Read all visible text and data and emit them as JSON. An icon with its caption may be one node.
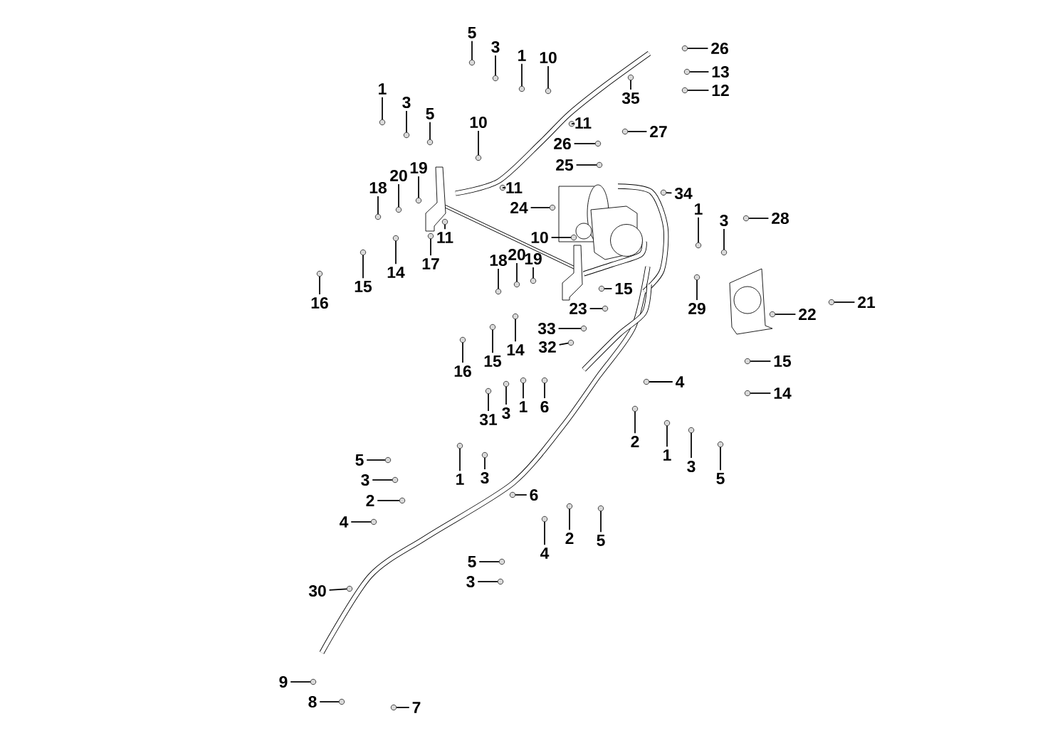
{
  "diagram": {
    "nodes": [
      {
        "text": [
          "5"
        ]
      },
      {
        "text": [
          "3"
        ]
      },
      {
        "text": [
          "1"
        ]
      },
      {
        "text": [
          "10"
        ]
      },
      {
        "text": [
          "35"
        ]
      },
      {
        "text": [
          "26"
        ]
      },
      {
        "text": [
          "13"
        ]
      },
      {
        "text": [
          "12"
        ]
      },
      {
        "text": [
          "1"
        ]
      },
      {
        "text": [
          "3"
        ]
      },
      {
        "text": [
          "5"
        ]
      },
      {
        "text": [
          "10"
        ]
      },
      {
        "text": [
          "11"
        ]
      },
      {
        "text": [
          "27"
        ]
      },
      {
        "text": [
          "26"
        ]
      },
      {
        "text": [
          "25"
        ]
      },
      {
        "text": [
          "18"
        ]
      },
      {
        "text": [
          "20"
        ]
      },
      {
        "text": [
          "19"
        ]
      },
      {
        "text": [
          "11"
        ]
      },
      {
        "text": [
          "34"
        ]
      },
      {
        "text": [
          "24"
        ]
      },
      {
        "text": [
          "11"
        ]
      },
      {
        "text": [
          "17"
        ]
      },
      {
        "text": [
          "1"
        ]
      },
      {
        "text": [
          "3"
        ]
      },
      {
        "text": [
          "28"
        ]
      },
      {
        "text": [
          "10"
        ]
      },
      {
        "text": [
          "18"
        ]
      },
      {
        "text": [
          "20"
        ]
      },
      {
        "text": [
          "19"
        ]
      },
      {
        "text": [
          "15"
        ]
      },
      {
        "text": [
          "14"
        ]
      },
      {
        "text": [
          "16"
        ]
      },
      {
        "text": [
          "15"
        ]
      },
      {
        "text": [
          "23"
        ]
      },
      {
        "text": [
          "29"
        ]
      },
      {
        "text": [
          "21"
        ]
      },
      {
        "text": [
          "22"
        ]
      },
      {
        "text": [
          "33"
        ]
      },
      {
        "text": [
          "32"
        ]
      },
      {
        "text": [
          "16"
        ]
      },
      {
        "text": [
          "15"
        ]
      },
      {
        "text": [
          "14"
        ]
      },
      {
        "text": [
          "15"
        ]
      },
      {
        "text": [
          "14"
        ]
      },
      {
        "text": [
          "4"
        ]
      },
      {
        "text": [
          "31"
        ]
      },
      {
        "text": [
          "3"
        ]
      },
      {
        "text": [
          "1"
        ]
      },
      {
        "text": [
          "6"
        ]
      },
      {
        "text": [
          "2"
        ]
      },
      {
        "text": [
          "1"
        ]
      },
      {
        "text": [
          "3"
        ]
      },
      {
        "text": [
          "5"
        ]
      },
      {
        "text": [
          "5"
        ]
      },
      {
        "text": [
          "3"
        ]
      },
      {
        "text": [
          "2"
        ]
      },
      {
        "text": [
          "4"
        ]
      },
      {
        "text": [
          "1"
        ]
      },
      {
        "text": [
          "3"
        ]
      },
      {
        "text": [
          "6"
        ]
      },
      {
        "text": [
          "2"
        ]
      },
      {
        "text": [
          "5"
        ]
      },
      {
        "text": [
          "4"
        ]
      },
      {
        "text": [
          "5"
        ]
      },
      {
        "text": [
          "3"
        ]
      },
      {
        "text": [
          "30"
        ]
      },
      {
        "text": [
          "9"
        ]
      },
      {
        "text": [
          "8"
        ]
      },
      {
        "text": [
          "7"
        ]
      },
      {
        "text": [],
        "shape": "circle"
      },
      {
        "text": [],
        "shape": "circle"
      },
      {
        "text": [],
        "shape": "circle"
      },
      {
        "text": [],
        "shape": "circle"
      },
      {
        "text": [],
        "shape": "circle"
      },
      {
        "text": [],
        "shape": "circle"
      },
      {
        "text": [],
        "shape": "circle"
      },
      {
        "text": [],
        "shape": "circle"
      },
      {
        "text": [],
        "shape": "circle"
      },
      {
        "text": [],
        "shape": "circle"
      },
      {
        "text": [],
        "shape": "circle"
      },
      {
        "text": [],
        "shape": "circle"
      },
      {
        "text": [],
        "shape": "circle"
      },
      {
        "text": [],
        "shape": "circle"
      },
      {
        "text": [],
        "shape": "circle"
      },
      {
        "text": [],
        "shape": "circle"
      },
      {
        "text": [],
        "shape": "circle"
      },
      {
        "text": [],
        "shape": "circle"
      },
      {
        "text": [],
        "shape": "circle"
      },
      {
        "text": [],
        "shape": "circle"
      },
      {
        "text": [],
        "shape": "circle"
      },
      {
        "text": [],
        "shape": "circle"
      },
      {
        "text": [],
        "shape": "circle"
      },
      {
        "text": [],
        "shape": "circle"
      },
      {
        "text": [],
        "shape": "circle"
      },
      {
        "text": [],
        "shape": "circle"
      },
      {
        "text": [],
        "shape": "circle"
      },
      {
        "text": [],
        "shape": "circle"
      },
      {
        "text": [],
        "shape": "circle"
      },
      {
        "text": [],
        "shape": "circle"
      },
      {
        "text": [],
        "shape": "circle"
      },
      {
        "text": [],
        "shape": "circle"
      },
      {
        "text": [],
        "shape": "circle"
      },
      {
        "text": [],
        "shape": "circle"
      },
      {
        "text": [],
        "shape": "circle"
      },
      {
        "text": [],
        "shape": "circle"
      },
      {
        "text": [],
        "shape": "circle"
      },
      {
        "text": [],
        "shape": "circle"
      },
      {
        "text": [],
        "shape": "circle"
      },
      {
        "text": [],
        "shape": "circle"
      },
      {
        "text": [],
        "shape": "circle"
      },
      {
        "text": [],
        "shape": "circle"
      },
      {
        "text": [],
        "shape": "circle"
      },
      {
        "text": [],
        "shape": "circle"
      },
      {
        "text": [],
        "shape": "circle"
      },
      {
        "text": [],
        "shape": "circle"
      },
      {
        "text": [],
        "shape": "circle"
      },
      {
        "text": [],
        "shape": "circle"
      },
      {
        "text": [],
        "shape": "circle"
      },
      {
        "text": [],
        "shape": "circle"
      },
      {
        "text": [],
        "shape": "circle"
      },
      {
        "text": [],
        "shape": "circle"
      },
      {
        "text": [],
        "shape": "circle"
      },
      {
        "text": [],
        "shape": "circle"
      },
      {
        "text": [],
        "shape": "circle"
      },
      {
        "text": [],
        "shape": "circle"
      },
      {
        "text": [],
        "shape": "circle"
      },
      {
        "text": [],
        "shape": "circle"
      },
      {
        "text": [],
        "shape": "circle"
      },
      {
        "text": [],
        "shape": "circle"
      },
      {
        "text": [],
        "shape": "circle"
      },
      {
        "text": [],
        "shape": "circle"
      },
      {
        "text": [],
        "shape": "circle"
      },
      {
        "text": [],
        "shape": "circle"
      },
      {
        "text": [],
        "shape": "circle"
      },
      {
        "text": [],
        "shape": "circle"
      },
      {
        "text": [],
        "shape": "circle"
      },
      {
        "text": [],
        "shape": "circle"
      },
      {
        "text": [],
        "shape": "circle"
      },
      {
        "text": [],
        "shape": "circle"
      },
      {
        "text": [],
        "shape": "circle"
      }
    ],
    "edges": [
      {
        "from": 0,
        "to": 71,
        "arrow": "none"
      },
      {
        "from": 1,
        "to": 72,
        "arrow": "none"
      },
      {
        "from": 2,
        "to": 73,
        "arrow": "none"
      },
      {
        "from": 3,
        "to": 74,
        "arrow": "none"
      },
      {
        "from": 4,
        "to": 75,
        "arrow": "none"
      },
      {
        "from": 5,
        "to": 76,
        "arrow": "none"
      },
      {
        "from": 6,
        "to": 77,
        "arrow": "none"
      },
      {
        "from": 7,
        "to": 78,
        "arrow": "none"
      },
      {
        "from": 8,
        "to": 79,
        "arrow": "none"
      },
      {
        "from": 9,
        "to": 80,
        "arrow": "none"
      },
      {
        "from": 10,
        "to": 81,
        "arrow": "none"
      },
      {
        "from": 11,
        "to": 82,
        "arrow": "none"
      },
      {
        "from": 12,
        "to": 83,
        "arrow": "none"
      },
      {
        "from": 13,
        "to": 84,
        "arrow": "none"
      },
      {
        "from": 14,
        "to": 85,
        "arrow": "none"
      },
      {
        "from": 15,
        "to": 86,
        "arrow": "none"
      },
      {
        "from": 16,
        "to": 87,
        "arrow": "none"
      },
      {
        "from": 17,
        "to": 88,
        "arrow": "none"
      },
      {
        "from": 18,
        "to": 89,
        "arrow": "none"
      },
      {
        "from": 19,
        "to": 90,
        "arrow": "none"
      },
      {
        "from": 20,
        "to": 91,
        "arrow": "none"
      },
      {
        "from": 21,
        "to": 92,
        "arrow": "none"
      },
      {
        "from": 22,
        "to": 93,
        "arrow": "none"
      },
      {
        "from": 23,
        "to": 94,
        "arrow": "none"
      },
      {
        "from": 24,
        "to": 95,
        "arrow": "none"
      },
      {
        "from": 25,
        "to": 96,
        "arrow": "none"
      },
      {
        "from": 26,
        "to": 97,
        "arrow": "none"
      },
      {
        "from": 27,
        "to": 98,
        "arrow": "none"
      },
      {
        "from": 28,
        "to": 99,
        "arrow": "none"
      },
      {
        "from": 29,
        "to": 100,
        "arrow": "none"
      },
      {
        "from": 30,
        "to": 101,
        "arrow": "none"
      },
      {
        "from": 31,
        "to": 102,
        "arrow": "none"
      },
      {
        "from": 32,
        "to": 103,
        "arrow": "none"
      },
      {
        "from": 33,
        "to": 104,
        "arrow": "none"
      },
      {
        "from": 34,
        "to": 105,
        "arrow": "none"
      },
      {
        "from": 35,
        "to": 106,
        "arrow": "none"
      },
      {
        "from": 36,
        "to": 107,
        "arrow": "none"
      },
      {
        "from": 37,
        "to": 108,
        "arrow": "none"
      },
      {
        "from": 38,
        "to": 109,
        "arrow": "none"
      },
      {
        "from": 39,
        "to": 110,
        "arrow": "none"
      },
      {
        "from": 40,
        "to": 111,
        "arrow": "none"
      },
      {
        "from": 41,
        "to": 112,
        "arrow": "none"
      },
      {
        "from": 42,
        "to": 113,
        "arrow": "none"
      },
      {
        "from": 43,
        "to": 114,
        "arrow": "none"
      },
      {
        "from": 44,
        "to": 115,
        "arrow": "none"
      },
      {
        "from": 45,
        "to": 116,
        "arrow": "none"
      },
      {
        "from": 46,
        "to": 117,
        "arrow": "none"
      },
      {
        "from": 47,
        "to": 118,
        "arrow": "none"
      },
      {
        "from": 48,
        "to": 119,
        "arrow": "none"
      },
      {
        "from": 49,
        "to": 120,
        "arrow": "none"
      },
      {
        "from": 50,
        "to": 121,
        "arrow": "none"
      },
      {
        "from": 51,
        "to": 122,
        "arrow": "none"
      },
      {
        "from": 52,
        "to": 123,
        "arrow": "none"
      },
      {
        "from": 53,
        "to": 124,
        "arrow": "none"
      },
      {
        "from": 54,
        "to": 125,
        "arrow": "none"
      },
      {
        "from": 55,
        "to": 126,
        "arrow": "none"
      },
      {
        "from": 56,
        "to": 127,
        "arrow": "none"
      },
      {
        "from": 57,
        "to": 128,
        "arrow": "none"
      },
      {
        "from": 58,
        "to": 129,
        "arrow": "none"
      },
      {
        "from": 59,
        "to": 130,
        "arrow": "none"
      },
      {
        "from": 60,
        "to": 131,
        "arrow": "none"
      },
      {
        "from": 61,
        "to": 132,
        "arrow": "none"
      },
      {
        "from": 62,
        "to": 133,
        "arrow": "none"
      },
      {
        "from": 63,
        "to": 134,
        "arrow": "none"
      },
      {
        "from": 64,
        "to": 135,
        "arrow": "none"
      },
      {
        "from": 65,
        "to": 136,
        "arrow": "none"
      },
      {
        "from": 66,
        "to": 137,
        "arrow": "none"
      },
      {
        "from": 67,
        "to": 138,
        "arrow": "none"
      },
      {
        "from": 68,
        "to": 139,
        "arrow": "none"
      },
      {
        "from": 69,
        "to": 140,
        "arrow": "none"
      },
      {
        "from": 70,
        "to": 141,
        "arrow": "none"
      }
    ]
  }
}
